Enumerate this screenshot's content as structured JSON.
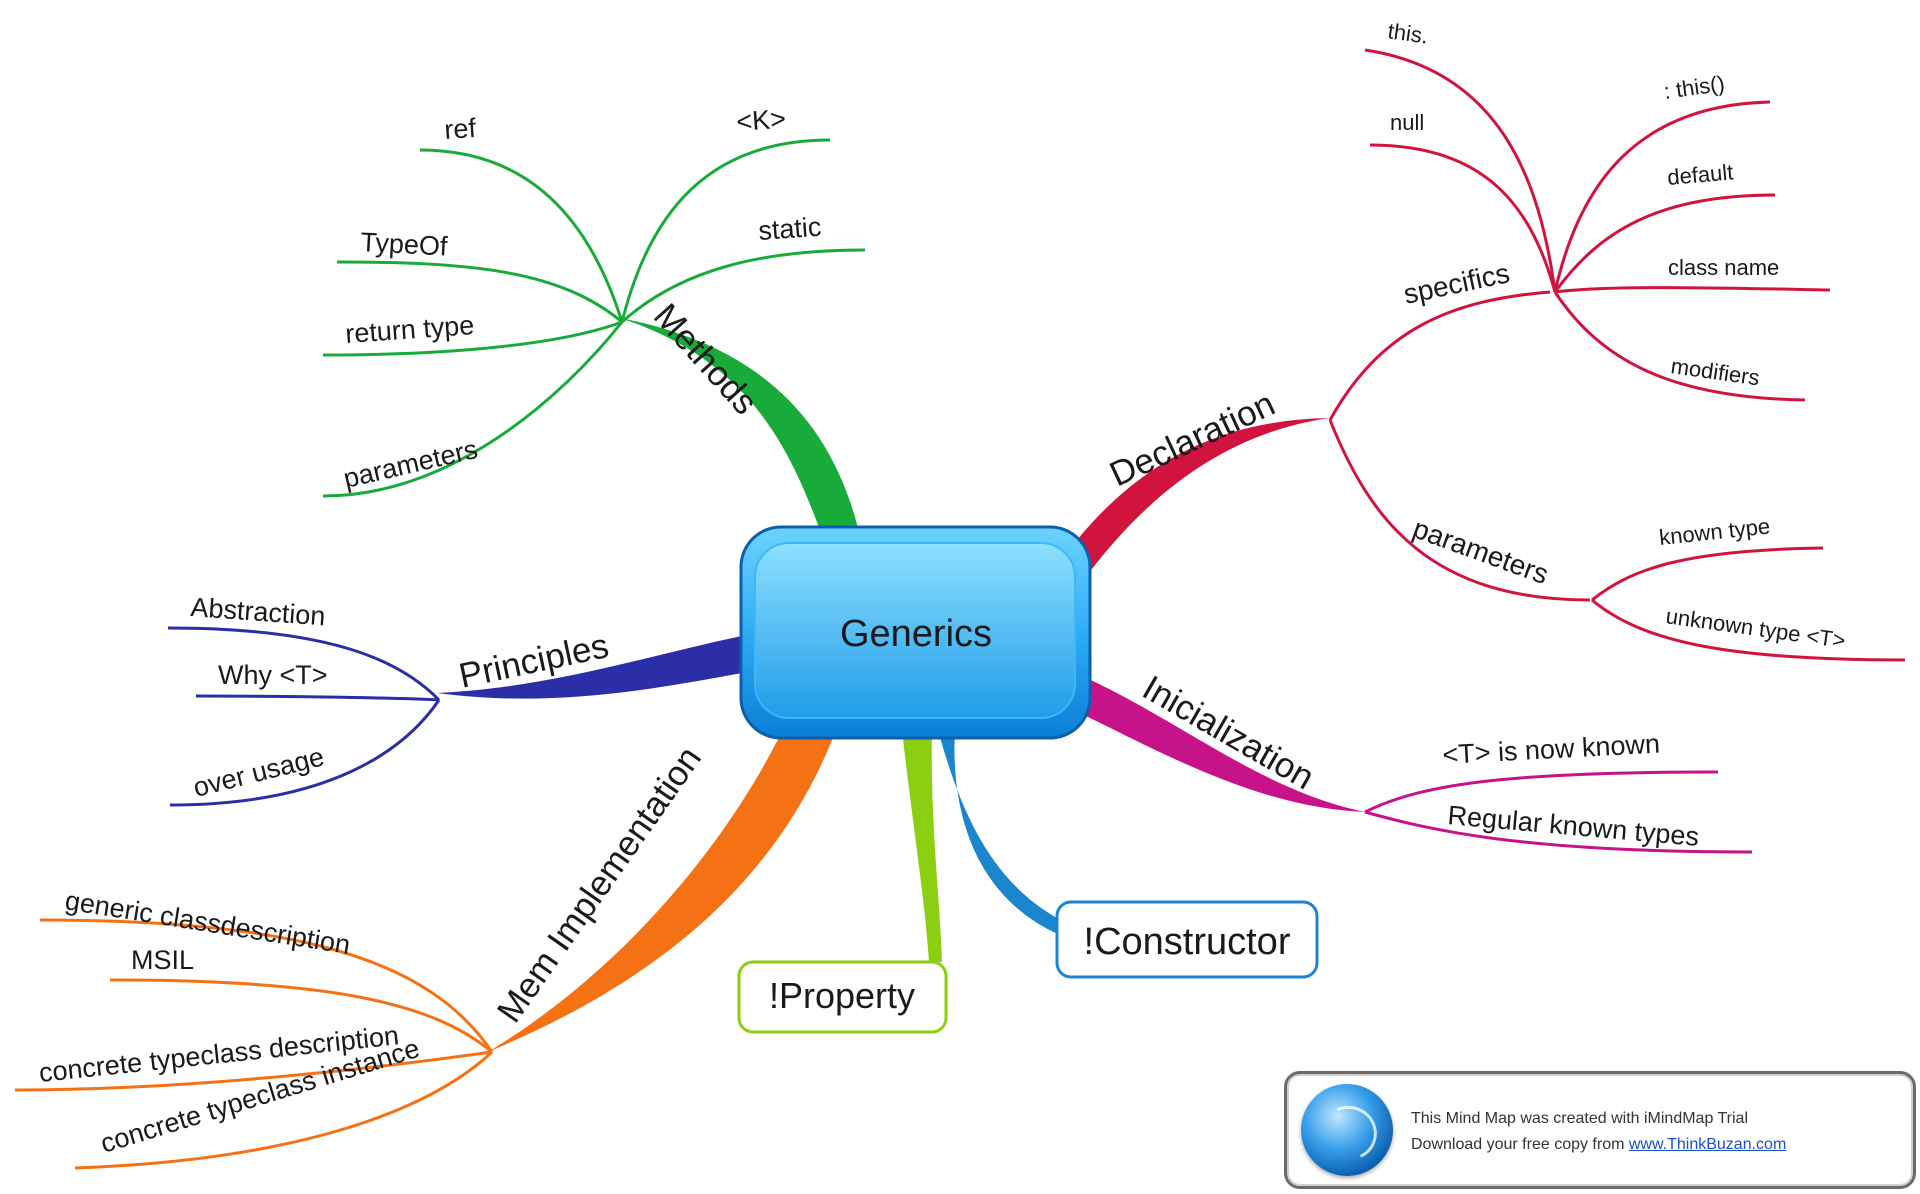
{
  "mindmap": {
    "central": {
      "label": "Generics"
    },
    "branches": {
      "methods": {
        "label": "Methods",
        "color": "#19ab3a",
        "children": [
          "ref",
          "<K>",
          "static",
          "TypeOf",
          "return type",
          "parameters"
        ]
      },
      "declaration": {
        "label": "Declaration",
        "color": "#d0143e",
        "specifics": {
          "label": "specifics",
          "children": [
            "this.",
            ": this()",
            "null",
            "default",
            "class name",
            "modifiers"
          ]
        },
        "parameters": {
          "label": "parameters",
          "children": [
            "known type",
            "unknown type <T>"
          ]
        }
      },
      "principles": {
        "label": "Principles",
        "color": "#2b2ea6",
        "children": [
          "Abstraction",
          "Why <T>",
          "over usage"
        ]
      },
      "initialization": {
        "label": "Inicialization",
        "color": "#c6138a",
        "children": [
          "<T> is now known",
          "Regular known types"
        ]
      },
      "mem_implementation": {
        "label": "Mem Implementation",
        "color": "#f47214",
        "children": [
          "generic classdescription",
          "MSIL",
          "concrete typeclass description",
          "concrete typeclass instance"
        ]
      },
      "property": {
        "label": "!Property",
        "color": "#8ccf12"
      },
      "constructor": {
        "label": "!Constructor",
        "color": "#1c86cc"
      }
    }
  },
  "trial_notice": {
    "line1": "This Mind Map was created with iMindMap Trial",
    "line2_prefix": "Download your free copy from ",
    "link_text": "www.ThinkBuzan.com"
  }
}
